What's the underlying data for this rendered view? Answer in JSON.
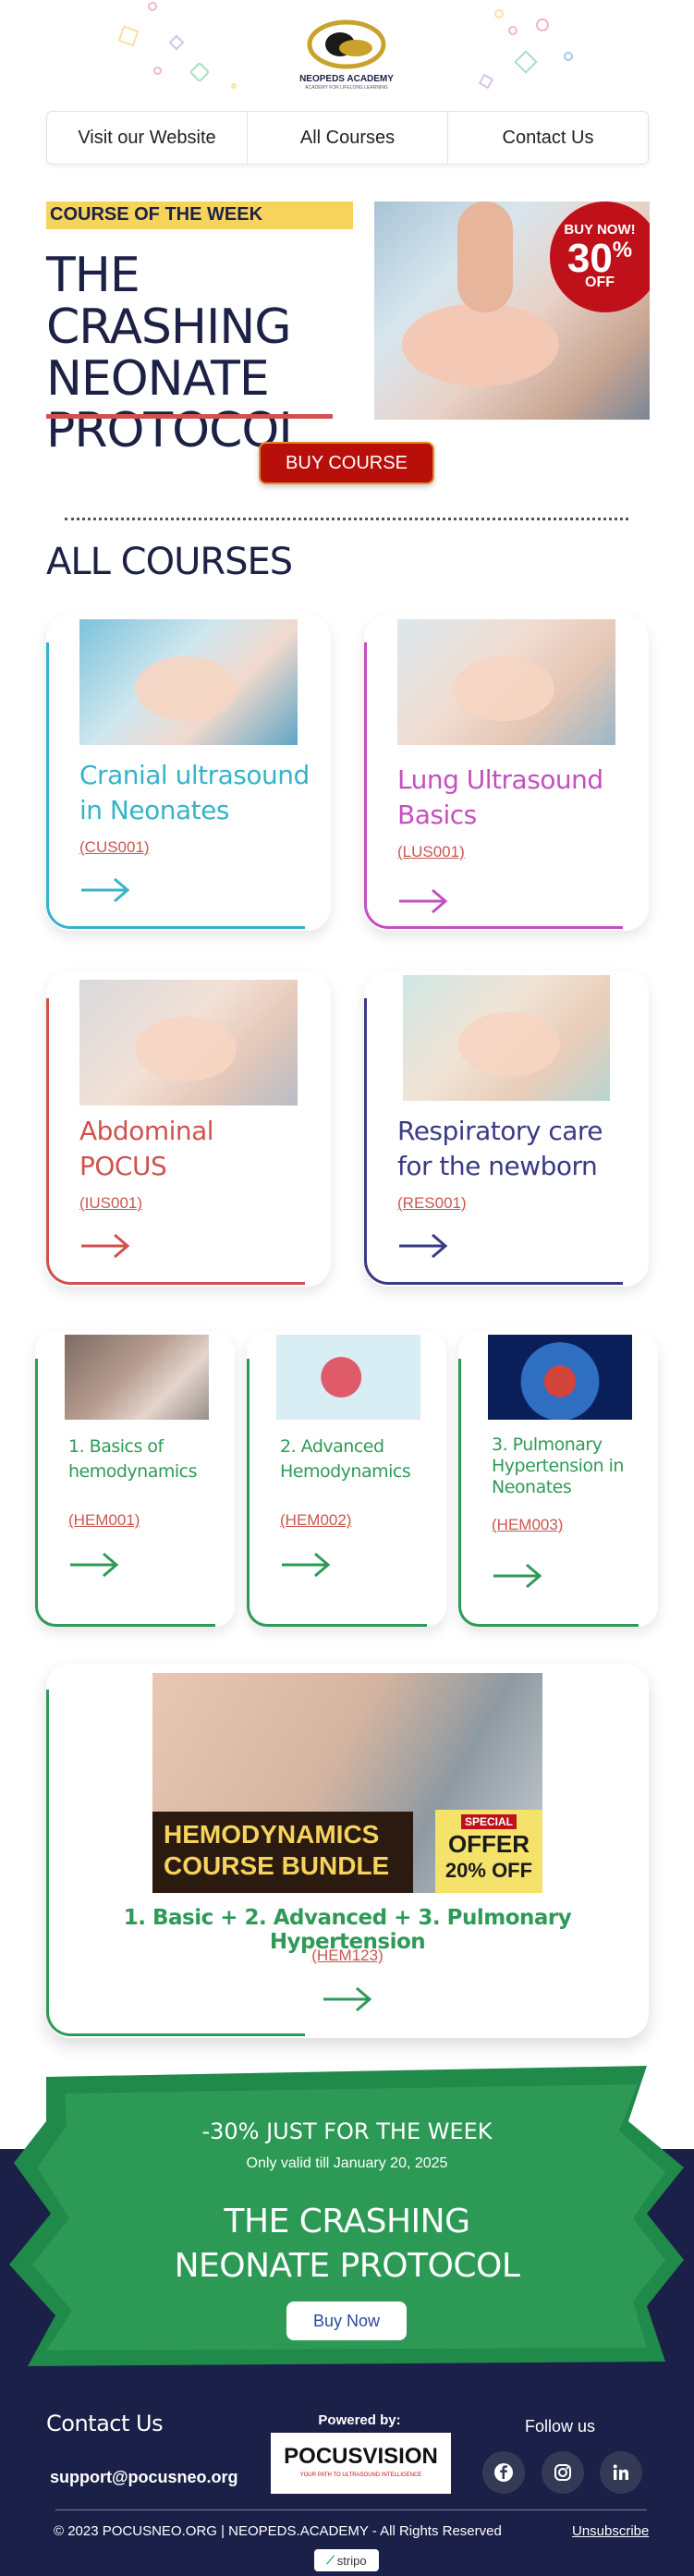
{
  "brand": {
    "name": "NEOPEDS ACADEMY",
    "tagline": "ACADEMY FOR LIFELONG LEARNING"
  },
  "nav": {
    "website": "Visit our Website",
    "courses": "All Courses",
    "contact": "Contact Us"
  },
  "hero": {
    "eyebrow": "COURSE OF THE WEEK",
    "title_l1": "THE CRASHING",
    "title_l2": "NEONATE",
    "title_l3": "PROTOCOL",
    "badge_top": "BUY NOW!",
    "badge_pct": "30",
    "badge_sym": "%",
    "badge_off": "OFF",
    "button": "BUY COURSE"
  },
  "all_courses": {
    "title": "ALL COURSES"
  },
  "courses": [
    {
      "l1": "Cranial ultrasound",
      "l2": "in Neonates",
      "code": "(CUS001)",
      "color": "#37b3c8"
    },
    {
      "l1": "Lung Ultrasound",
      "l2": "Basics",
      "code": "(LUS001)",
      "color": "#c44fc0"
    },
    {
      "l1": "Abdominal",
      "l2": "POCUS",
      "code": "(IUS001)",
      "color": "#d0524f"
    },
    {
      "l1": "Respiratory care",
      "l2": "for the newborn",
      "code": "(RES001)",
      "color": "#3a3a85"
    }
  ],
  "hemo": [
    {
      "l1": "1. Basics of",
      "l2": "hemodynamics",
      "l3": "",
      "code": "(HEM001)"
    },
    {
      "l1": "2. Advanced",
      "l2": "Hemodynamics",
      "l3": "",
      "code": "(HEM002)"
    },
    {
      "l1": "3. Pulmonary",
      "l2": "Hypertension in",
      "l3": "Neonates",
      "code": "(HEM003)"
    }
  ],
  "hemo_color": "#2f9a58",
  "bundle": {
    "banner_l1": "HEMODYNAMICS",
    "banner_l2": "COURSE BUNDLE",
    "special": "SPECIAL",
    "offer": "OFFER",
    "offer_off": "20% OFF",
    "title": "1. Basic + 2. Advanced + 3. Pulmonary Hypertension",
    "code": "(HEM123)"
  },
  "promo": {
    "headline": "-30% JUST FOR THE WEEK",
    "valid": "Only valid till January 20, 2025",
    "title_l1": "THE CRASHING",
    "title_l2": "NEONATE PROTOCOL",
    "button": "Buy Now"
  },
  "footer": {
    "contact": "Contact Us",
    "email": "support@pocusneo.org",
    "powered": "Powered by:",
    "logo_a": "POCUS",
    "logo_b": "VISION",
    "logo_tag": "YOUR PATH TO ULTRASOUND INTELLIGENCE",
    "follow": "Follow us",
    "copyright": "© 2023  POCUSNEO.ORG | NEOPEDS.ACADEMY -  All Rights Reserved",
    "unsubscribe": "Unsubscribe",
    "stripo": "stripo"
  },
  "icons": [
    "facebook-icon",
    "instagram-icon",
    "linkedin-icon",
    "arrow-right-icon"
  ]
}
